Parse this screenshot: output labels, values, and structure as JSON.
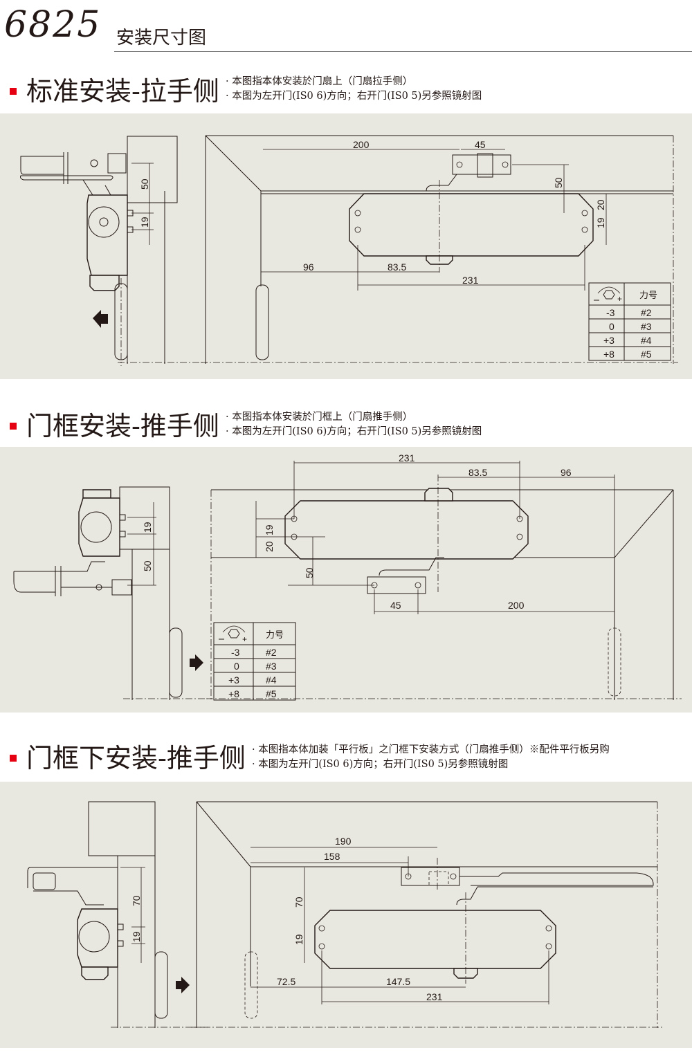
{
  "header": {
    "model": "6825",
    "subtitle": "安装尺寸图"
  },
  "sections": [
    {
      "title": "标准安装-拉手侧",
      "notes": [
        "· 本图指本体安装於门扇上（门扇拉手侧）",
        "· 本图为左开门(IS0 6)方向；右开门(IS0 5)另参照镜射图"
      ],
      "side_dims": [
        "50",
        "19"
      ],
      "dims": {
        "arm_len": "200",
        "shoe": "45",
        "shoe_offset": "50",
        "top_edge": "20",
        "hole_gap": "19",
        "hinge_to_body": "96",
        "body_to_axis": "83.5",
        "body_len": "231"
      },
      "arrow": "left",
      "table": {
        "header": [
          "power-adjust-icon",
          "力号"
        ],
        "rows": [
          [
            "-3",
            "#2"
          ],
          [
            "0",
            "#3"
          ],
          [
            "+3",
            "#4"
          ],
          [
            "+8",
            "#5"
          ]
        ]
      }
    },
    {
      "title": "门框安装-推手侧",
      "notes": [
        "· 本图指本体安装於门框上（门扇推手侧）",
        "· 本图为左开门(IS0 6)方向；右开门(IS0 5)另参照镜射图"
      ],
      "side_dims": [
        "19",
        "50"
      ],
      "dims": {
        "body_len": "231",
        "body_to_axis": "83.5",
        "hinge_to_body": "96",
        "hole_gap": "19",
        "top_edge": "20",
        "shoe_offset": "50",
        "shoe": "45",
        "arm_len": "200"
      },
      "arrow": "right",
      "table": {
        "header": [
          "power-adjust-icon",
          "力号"
        ],
        "rows": [
          [
            "-3",
            "#2"
          ],
          [
            "0",
            "#3"
          ],
          [
            "+3",
            "#4"
          ],
          [
            "+8",
            "#5"
          ]
        ]
      }
    },
    {
      "title": "门框下安装-推手侧",
      "notes": [
        "· 本图指本体加装「平行板」之门框下安装方式（门扇推手侧）※配件平行板另购",
        "· 本图为左开门(IS0 6)方向；右开门(IS0 5)另参照镜射图"
      ],
      "side_dims": [
        "70",
        "19"
      ],
      "dims": {
        "arm_outer": "190",
        "arm_inner": "158",
        "plate_offset": "70",
        "hole_gap": "19",
        "hinge_to_body": "72.5",
        "body_to_axis": "147.5",
        "body_len": "231"
      },
      "arrow": "right"
    }
  ]
}
